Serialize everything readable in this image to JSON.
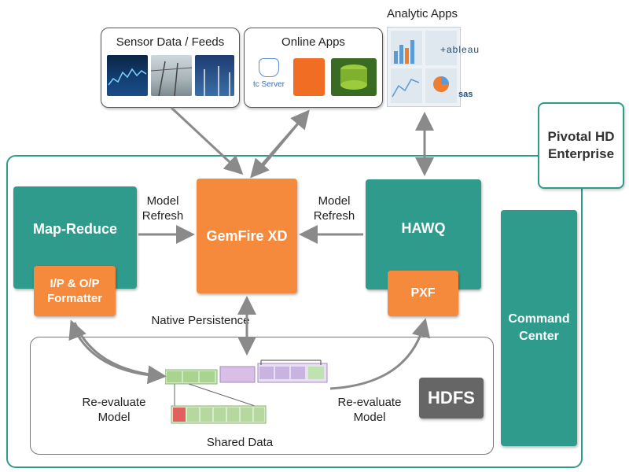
{
  "sources": {
    "sensor_title": "Sensor Data / Feeds",
    "online_title": "Online Apps",
    "online_tcserver": "tc Server",
    "analytic_title": "Analytic Apps",
    "analytic_tableau": "+ableau",
    "analytic_sas": "sas"
  },
  "pivotal": {
    "line1": "Pivotal HD",
    "line2": "Enterprise"
  },
  "nodes": {
    "map_reduce": "Map-Reduce",
    "io_formatter_1": "I/P & O/P",
    "io_formatter_2": "Formatter",
    "gemfire": "GemFire XD",
    "hawq": "HAWQ",
    "pxf": "PXF",
    "command_1": "Command",
    "command_2": "Center",
    "hdfs": "HDFS"
  },
  "edges": {
    "model_refresh_left_1": "Model",
    "model_refresh_left_2": "Refresh",
    "model_refresh_right_1": "Model",
    "model_refresh_right_2": "Refresh",
    "native_persistence": "Native Persistence",
    "reevaluate_left_1": "Re-evaluate",
    "reevaluate_left_2": "Model",
    "reevaluate_right_1": "Re-evaluate",
    "reevaluate_right_2": "Model",
    "shared_data": "Shared Data"
  },
  "colors": {
    "teal": "#2f9b8c",
    "orange": "#f58a3c",
    "hdfs_bg": "#666666",
    "arrow": "#8a8a8a"
  }
}
